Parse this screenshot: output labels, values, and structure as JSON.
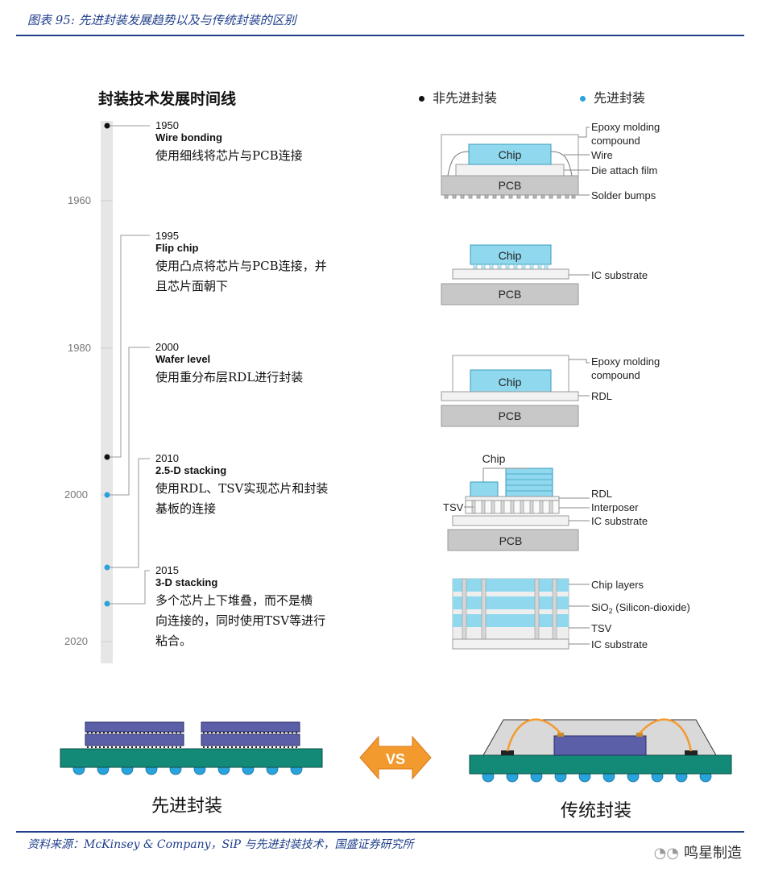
{
  "header": {
    "title": "图表 95: 先进封装发展趋势以及与传统封装的区别"
  },
  "timeline": {
    "title": "封装技术发展时间线",
    "legend": {
      "non_advanced": "非先进封装",
      "advanced": "先进封装"
    },
    "axis_years": [
      "1960",
      "1980",
      "2000",
      "2020"
    ],
    "events": [
      {
        "year": "1950",
        "name": "Wire bonding",
        "desc": [
          "使用细线将芯片与PCB连接"
        ]
      },
      {
        "year": "1995",
        "name": "Flip chip",
        "desc": [
          "使用凸点将芯片与PCB连接，并",
          "且芯片面朝下"
        ]
      },
      {
        "year": "2000",
        "name": "Wafer level",
        "desc": [
          "使用重分布层RDL进行封装"
        ]
      },
      {
        "year": "2010",
        "name": "2.5-D stacking",
        "desc": [
          "使用RDL、TSV实现芯片和封装",
          "基板的连接"
        ]
      },
      {
        "year": "2015",
        "name": "3-D stacking",
        "desc": [
          "多个芯片上下堆叠，而不是横",
          "向连接的，同时使用TSV等进行",
          "粘合。"
        ]
      }
    ]
  },
  "diagrams": {
    "chip": "Chip",
    "pcb": "PCB",
    "wire_bonding": [
      "Epoxy molding",
      "compound",
      "Wire",
      "Die attach film",
      "Solder bumps"
    ],
    "flip_chip": [
      "IC substrate"
    ],
    "wafer_level": [
      "Epoxy molding",
      "compound",
      "RDL"
    ],
    "stacking_25d": [
      "Chip",
      "TSV",
      "RDL",
      "Interposer",
      "IC substrate"
    ],
    "stacking_3d": [
      "Chip layers",
      "SiO",
      "2",
      " (Silicon-dioxide)",
      "TSV",
      "IC substrate"
    ]
  },
  "comparison": {
    "advanced": "先进封装",
    "vs": "VS",
    "traditional": "传统封装"
  },
  "footer": {
    "source": "资料来源：McKinsey & Company，SiP 与先进封装技术，国盛证券研究所",
    "watermark": "鸣星制造"
  },
  "colors": {
    "navy": "#1f3f8a",
    "chip": "#8fd8ee",
    "pcb": "#c8c8c8",
    "advanced_dot": "#29a3dc",
    "teal": "#138a78",
    "purple": "#5a5fa8",
    "orange": "#f39a2e"
  }
}
